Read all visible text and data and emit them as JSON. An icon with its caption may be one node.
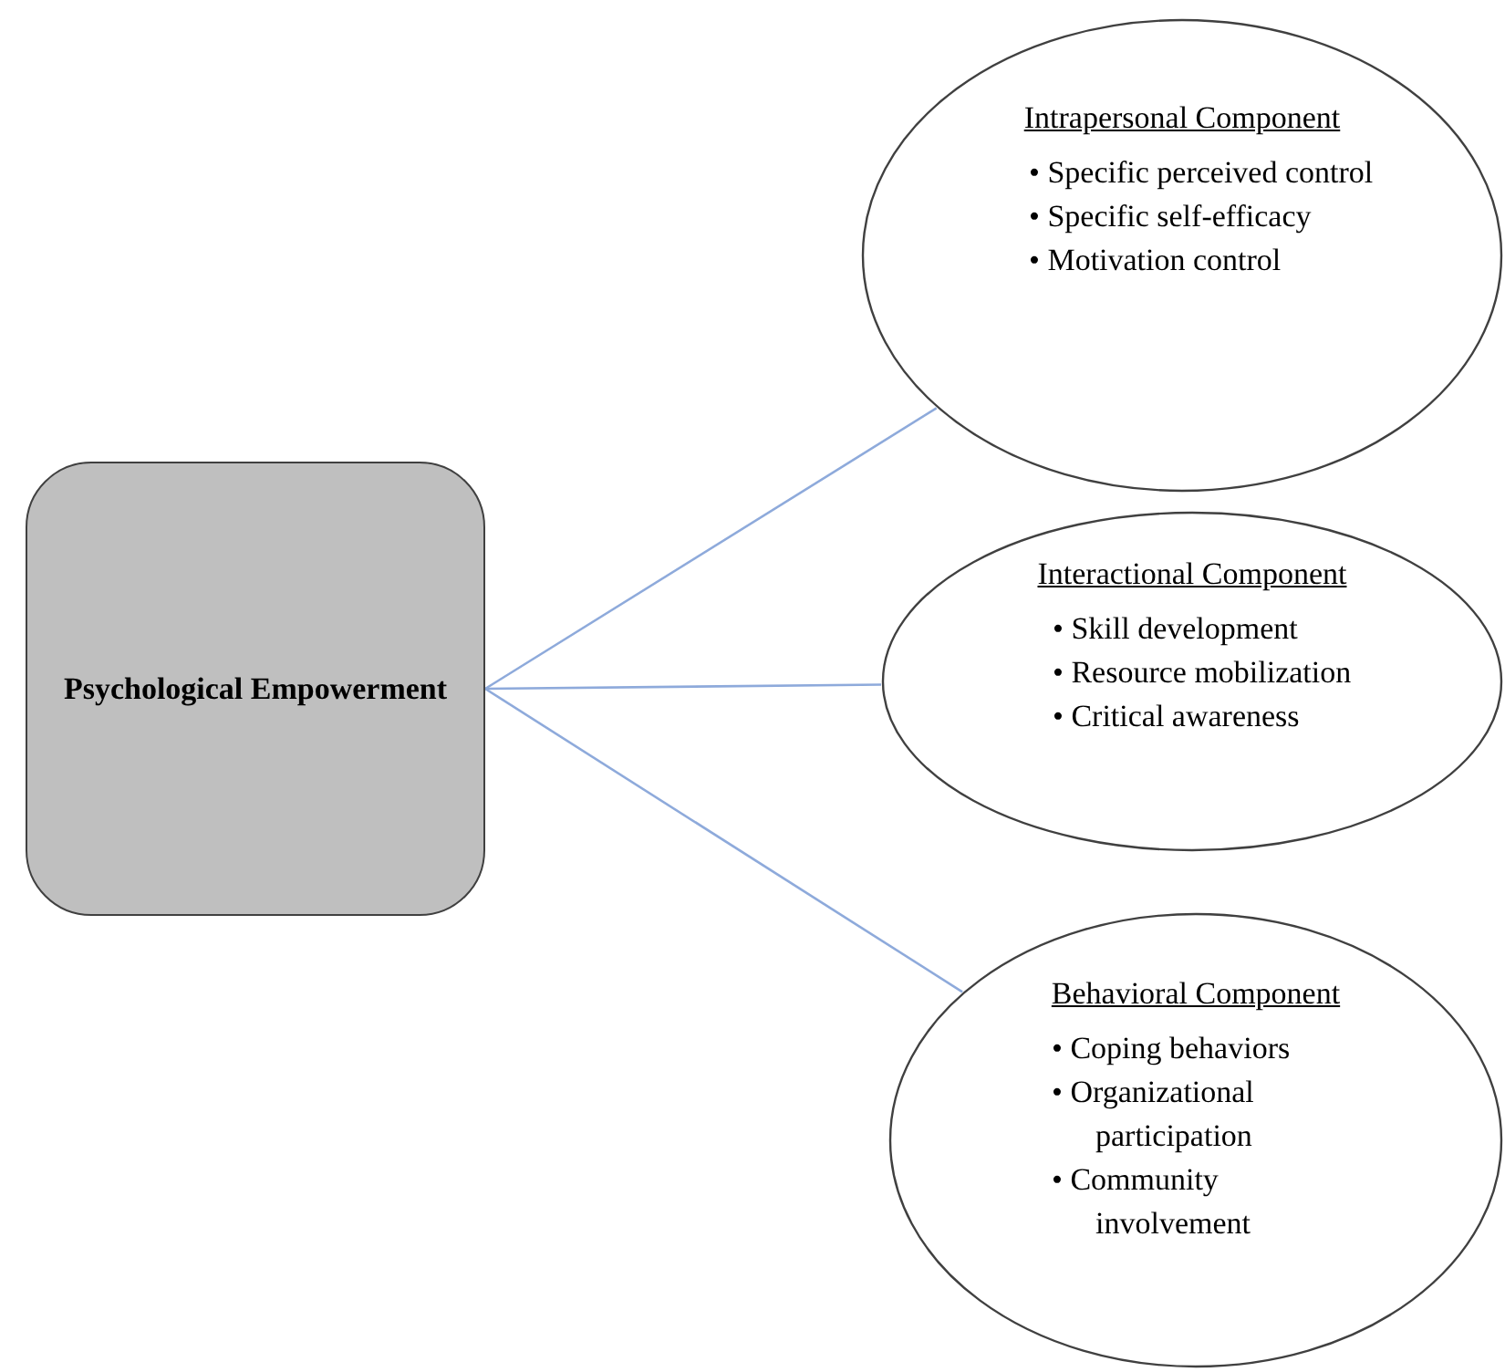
{
  "diagram": {
    "nodes": [
      {
        "text": [
          "Psychological Empowerment"
        ]
      },
      {
        "text": [
          "Intrapersonal Component",
          "• Specific perceived control",
          "• Specific self-efficacy",
          "• Motivation control"
        ]
      },
      {
        "text": [
          "Interactional Component",
          "• Skill development",
          "• Resource mobilization",
          "• Critical awareness"
        ]
      },
      {
        "text": [
          "Behavioral Component",
          "• Coping behaviors",
          "• Organizational participation",
          "• Community involvement"
        ]
      }
    ],
    "edges": [
      {
        "from": 0,
        "to": 1,
        "arrow": "none"
      },
      {
        "from": 0,
        "to": 2,
        "arrow": "none"
      },
      {
        "from": 0,
        "to": 3,
        "arrow": "none"
      }
    ]
  }
}
